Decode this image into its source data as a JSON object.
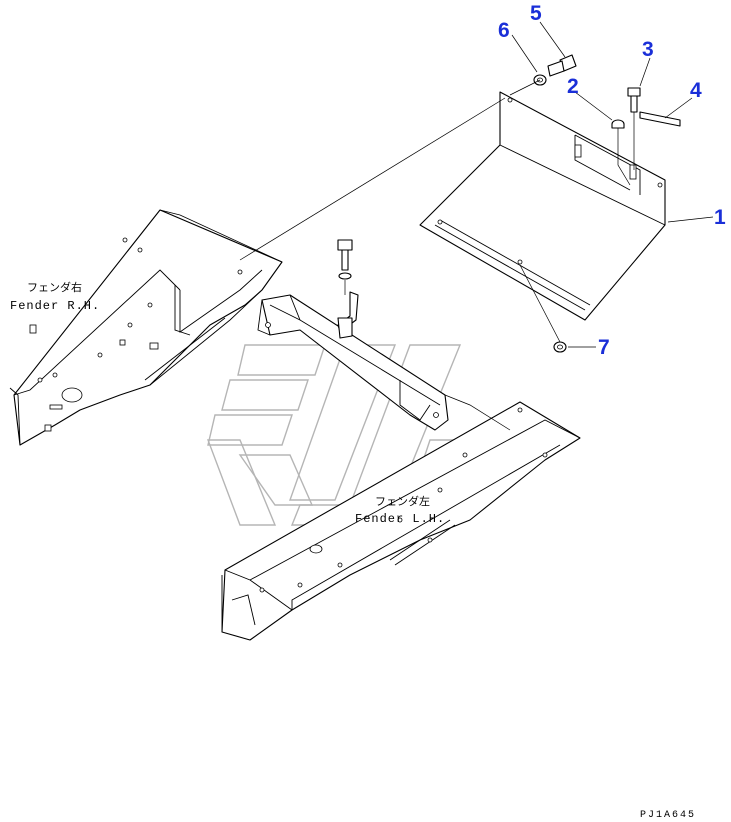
{
  "callouts": {
    "c1": "1",
    "c2": "2",
    "c3": "3",
    "c4": "4",
    "c5": "5",
    "c6": "6",
    "c7": "7"
  },
  "labels": {
    "fender_rh_jp": "フェンダ右",
    "fender_rh_en": "Fender R.H.",
    "fender_lh_jp": "フェンダ左",
    "fender_lh_en": "Fender L.H."
  },
  "drawing_code": "PJ1A645",
  "colors": {
    "callout": "#1a2fd8",
    "linework": "#000000",
    "watermark": "#b5b5b5"
  }
}
